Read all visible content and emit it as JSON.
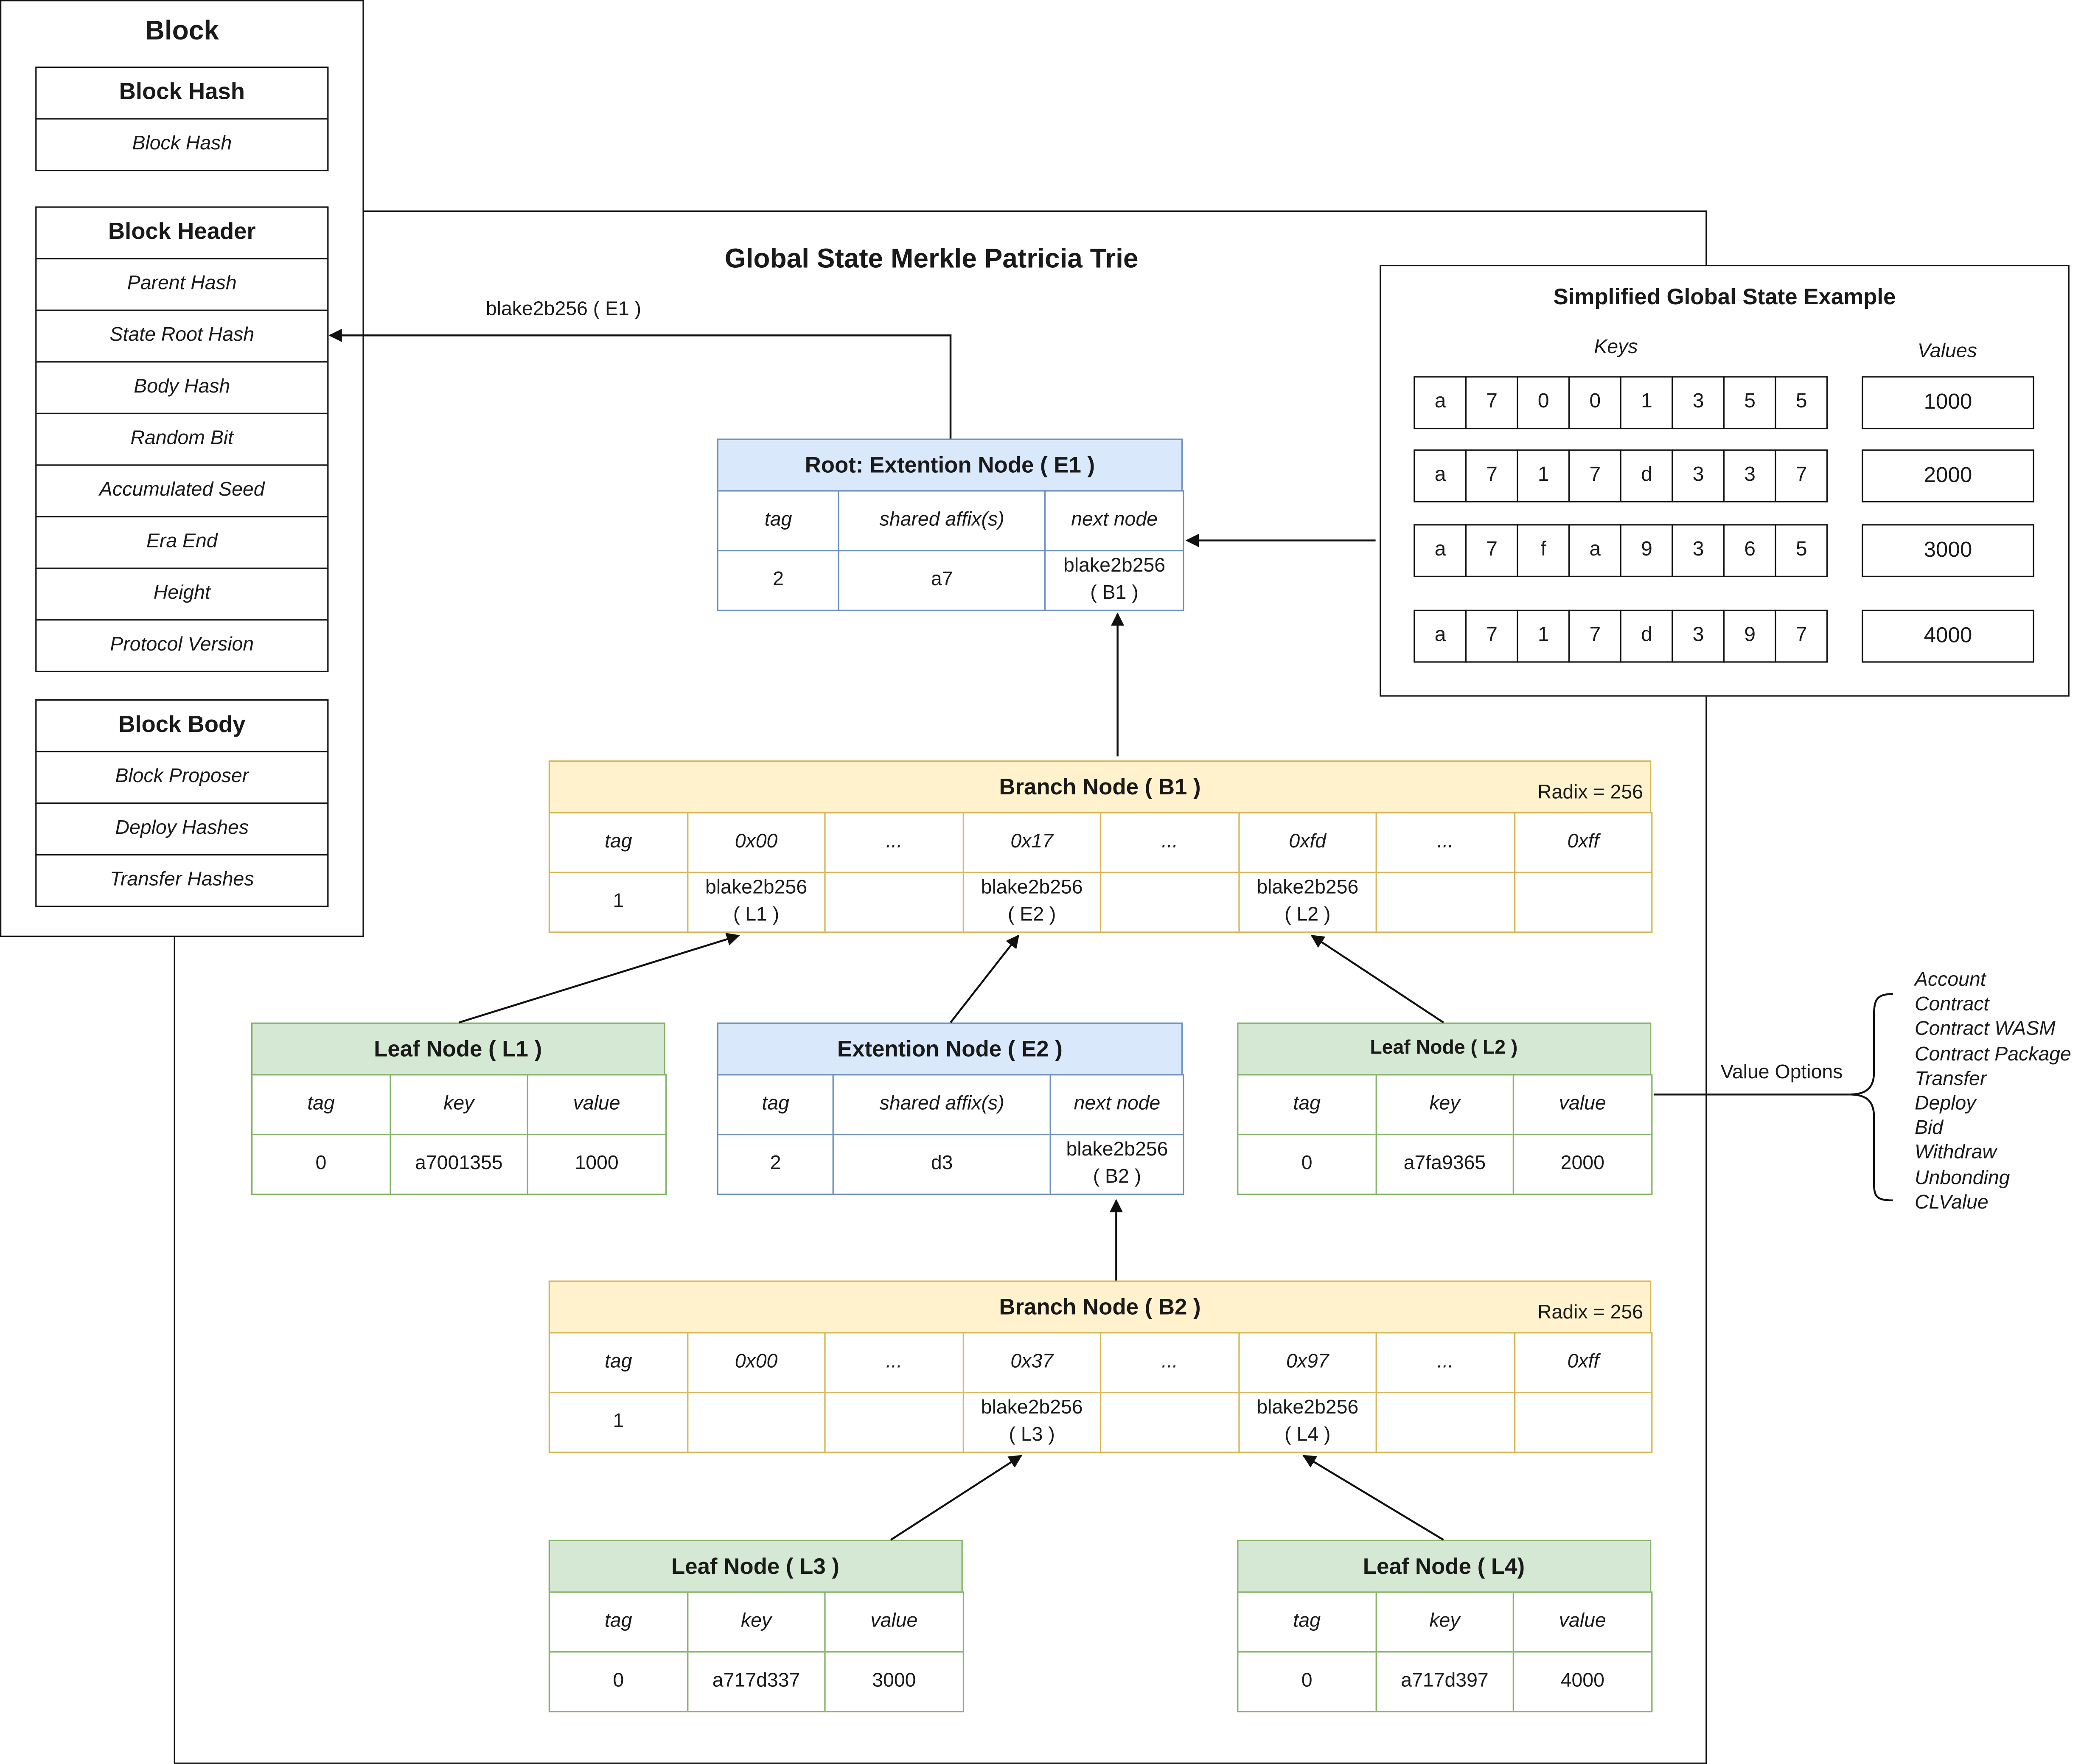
{
  "block": {
    "title": "Block",
    "hash_section": {
      "title": "Block  Hash",
      "items": [
        "Block Hash"
      ]
    },
    "header_section": {
      "title": "Block  Header",
      "items": [
        "Parent Hash",
        "State Root Hash",
        "Body Hash",
        "Random Bit",
        "Accumulated Seed",
        "Era End",
        "Height",
        "Protocol Version"
      ]
    },
    "body_section": {
      "title": "Block  Body",
      "items": [
        "Block Proposer",
        "Deploy Hashes",
        "Transfer Hashes"
      ]
    }
  },
  "trie": {
    "title": "Global State Merkle Patricia Trie",
    "root_edge_label": "blake2b256  ( E1 )",
    "root": {
      "title": "Root:  Extention Node ( E1 )",
      "headers": [
        "tag",
        "shared affix(s)",
        "next node"
      ],
      "values": [
        "2",
        "a7",
        "blake2b256\n( B1 )"
      ]
    },
    "b1": {
      "title": "Branch Node ( B1 )",
      "radix": "Radix = 256",
      "headers": [
        "tag",
        "0x00",
        "...",
        "0x17",
        "...",
        "0xfd",
        "...",
        "0xff"
      ],
      "values": [
        "1",
        "blake2b256\n( L1 )",
        "",
        "blake2b256\n( E2 )",
        "",
        "blake2b256\n( L2 )",
        "",
        ""
      ]
    },
    "l1": {
      "title": "Leaf Node ( L1 )",
      "headers": [
        "tag",
        "key",
        "value"
      ],
      "values": [
        "0",
        "a7001355",
        "1000"
      ]
    },
    "e2": {
      "title": "Extention Node ( E2 )",
      "headers": [
        "tag",
        "shared affix(s)",
        "next node"
      ],
      "values": [
        "2",
        "d3",
        "blake2b256\n( B2 )"
      ]
    },
    "l2": {
      "title": "Leaf Node ( L2 )",
      "headers": [
        "tag",
        "key",
        "value"
      ],
      "values": [
        "0",
        "a7fa9365",
        "2000"
      ]
    },
    "b2": {
      "title": "Branch Node ( B2 )",
      "radix": "Radix = 256",
      "headers": [
        "tag",
        "0x00",
        "...",
        "0x37",
        "...",
        "0x97",
        "...",
        "0xff"
      ],
      "values": [
        "1",
        "",
        "",
        "blake2b256\n( L3 )",
        "",
        "blake2b256\n( L4 )",
        "",
        ""
      ]
    },
    "l3": {
      "title": "Leaf Node ( L3 )",
      "headers": [
        "tag",
        "key",
        "value"
      ],
      "values": [
        "0",
        "a717d337",
        "3000"
      ]
    },
    "l4": {
      "title": "Leaf Node ( L4)",
      "headers": [
        "tag",
        "key",
        "value"
      ],
      "values": [
        "0",
        "a717d397",
        "4000"
      ]
    }
  },
  "example": {
    "title": "Simplified Global State Example",
    "keys_label": "Keys",
    "values_label": "Values",
    "rows": [
      {
        "key": [
          "a",
          "7",
          "0",
          "0",
          "1",
          "3",
          "5",
          "5"
        ],
        "value": "1000"
      },
      {
        "key": [
          "a",
          "7",
          "1",
          "7",
          "d",
          "3",
          "3",
          "7"
        ],
        "value": "2000"
      },
      {
        "key": [
          "a",
          "7",
          "f",
          "a",
          "9",
          "3",
          "6",
          "5"
        ],
        "value": "3000"
      },
      {
        "key": [
          "a",
          "7",
          "1",
          "7",
          "d",
          "3",
          "9",
          "7"
        ],
        "value": "4000"
      }
    ]
  },
  "value_options": {
    "label": "Value Options",
    "items": [
      "Account",
      "Contract",
      "Contract WASM",
      "Contract Package",
      "Transfer",
      "Deploy",
      "Bid",
      "Withdraw",
      "Unbonding",
      "CLValue"
    ]
  }
}
